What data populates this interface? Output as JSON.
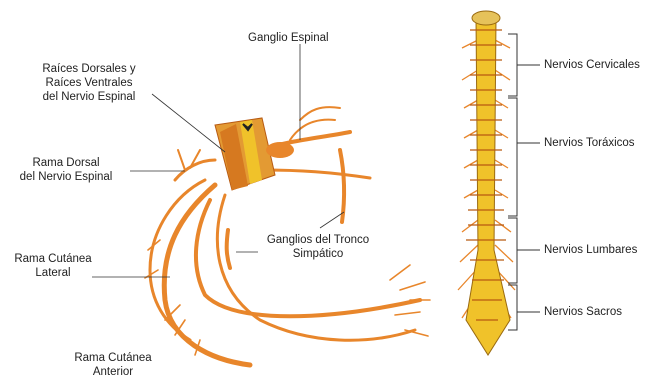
{
  "left_labels": {
    "ganglio_espinal": "Ganglio Espinal",
    "raices_line1": "Raíces Dorsales y",
    "raices_line2": "Raíces Ventrales",
    "raices_line3": "del Nervio Espinal",
    "rama_dorsal_line1": "Rama Dorsal",
    "rama_dorsal_line2": "del Nervio Espinal",
    "ganglios_tronco_line1": "Ganglios del Tronco",
    "ganglios_tronco_line2": "Simpático",
    "rama_cutanea_lateral_line1": "Rama Cutánea",
    "rama_cutanea_lateral_line2": "Lateral",
    "rama_cutanea_anterior_line1": "Rama Cutánea",
    "rama_cutanea_anterior_line2": "Anterior"
  },
  "right_labels": {
    "cervicales": "Nervios Cervicales",
    "toraxicos": "Nervios Toráxicos",
    "lumbares": "Nervios Lumbares",
    "sacros": "Nervios Sacros"
  },
  "colors": {
    "nerve": "#e8862b",
    "nerve_dark": "#b85a12",
    "cord": "#f0c22a",
    "cord_dark": "#9a6a10",
    "leader": "#333333"
  }
}
